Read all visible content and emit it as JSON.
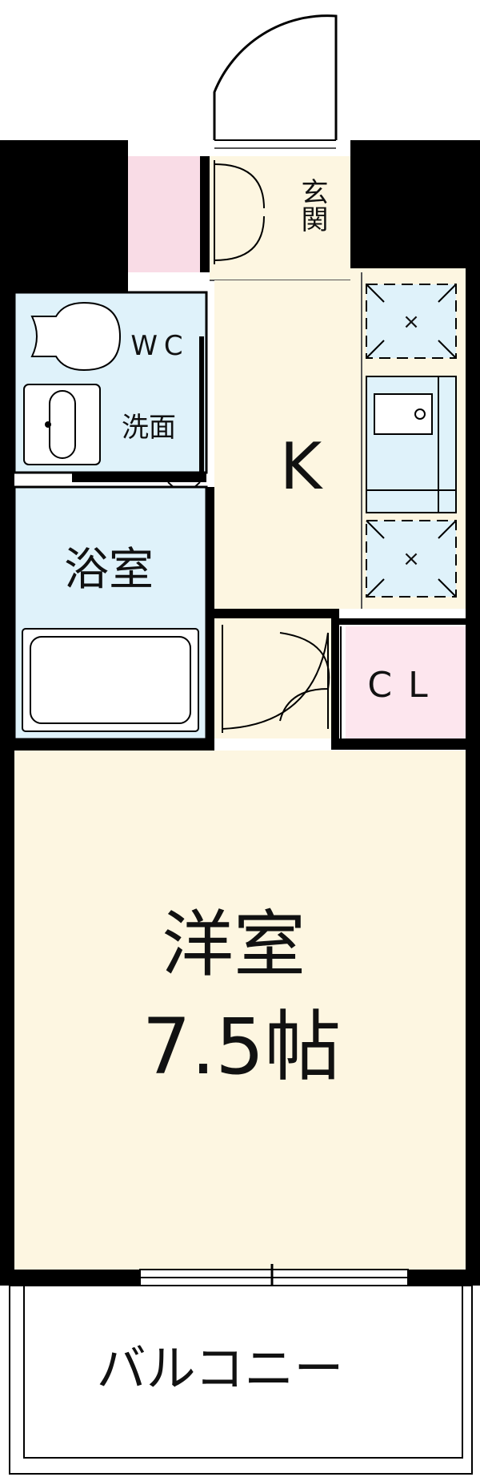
{
  "colors": {
    "wall": "#000000",
    "room_beige": "#fdf6e1",
    "wet_blue": "#dff2fa",
    "closet_pink": "#fde6ee",
    "shoe_pink": "#f9dce6",
    "background": "#ffffff"
  },
  "rooms": {
    "genkan": "玄関",
    "wc": "WC",
    "senmen": "洗面",
    "kitchen": "K",
    "bath": "浴室",
    "closet": "CL",
    "western_room": "洋室",
    "western_room_size": "7.5帖",
    "balcony": "バルコニー"
  }
}
